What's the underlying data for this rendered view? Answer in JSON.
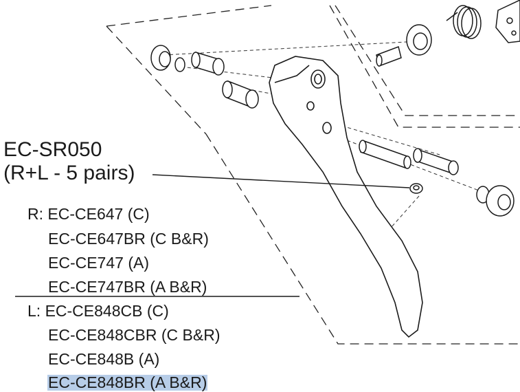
{
  "callout": {
    "code": "EC-SR050",
    "qty": "(R+L - 5 pairs)"
  },
  "right_group": [
    "R: EC-CE647 (C)",
    "EC-CE647BR (C B&R)",
    "EC-CE747 (A)",
    "EC-CE747BR (A B&R)"
  ],
  "left_group": [
    "L: EC-CE848CB (C)",
    "EC-CE848CBR (C B&R)",
    "EC-CE848B (A)",
    "EC-CE848BR (A B&R)"
  ],
  "highlight_color": "#b7cde8"
}
